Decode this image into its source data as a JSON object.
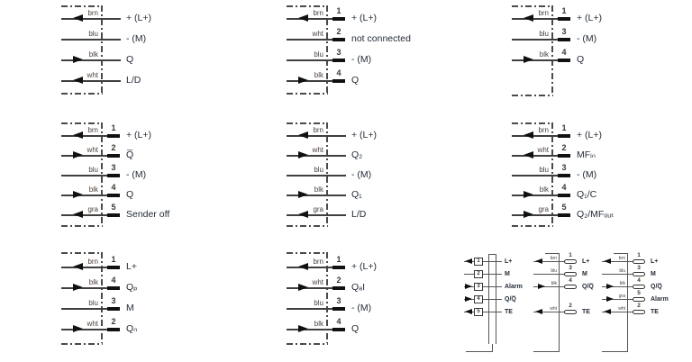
{
  "palette": {
    "line": "#3f3f3f",
    "label_text": "#242c37",
    "wire_color_text": "#4c4039",
    "pin_terminal": "#111111",
    "background": "#ffffff"
  },
  "diagrams": [
    {
      "name": "dc-4-wire-q-ld",
      "rows": [
        {
          "color": "brn",
          "pin": "",
          "dir": "in",
          "label": "+ (L+)"
        },
        {
          "color": "blu",
          "pin": "",
          "dir": "",
          "label": "- (M)"
        },
        {
          "color": "blk",
          "pin": "",
          "dir": "out",
          "label": "Q"
        },
        {
          "color": "wht",
          "pin": "",
          "dir": "in",
          "label": "L/D"
        }
      ]
    },
    {
      "name": "m12-4-pin-not-connected",
      "rows": [
        {
          "color": "brn",
          "pin": "1",
          "dir": "in",
          "label": "+ (L+)"
        },
        {
          "color": "wht",
          "pin": "2",
          "dir": "",
          "label": "not connected"
        },
        {
          "color": "blu",
          "pin": "3",
          "dir": "",
          "label": "- (M)"
        },
        {
          "color": "blk",
          "pin": "4",
          "dir": "out",
          "label": "Q"
        }
      ]
    },
    {
      "name": "m12-3-pin-q",
      "rows": [
        {
          "color": "brn",
          "pin": "1",
          "dir": "in",
          "label": "+ (L+)"
        },
        {
          "color": "blu",
          "pin": "3",
          "dir": "",
          "label": "- (M)"
        },
        {
          "color": "blk",
          "pin": "4",
          "dir": "out",
          "label": "Q"
        }
      ]
    },
    {
      "name": "m12-5-pin-sender-off",
      "rows": [
        {
          "color": "brn",
          "pin": "1",
          "dir": "in",
          "label": "+ (L+)"
        },
        {
          "color": "wht",
          "pin": "2",
          "dir": "out",
          "label": "Q̅"
        },
        {
          "color": "blu",
          "pin": "3",
          "dir": "",
          "label": "- (M)"
        },
        {
          "color": "blk",
          "pin": "4",
          "dir": "out",
          "label": "Q"
        },
        {
          "color": "gra",
          "pin": "5",
          "dir": "in",
          "label": "Sender off"
        }
      ]
    },
    {
      "name": "dc-5-wire-q1-q2-ld",
      "rows": [
        {
          "color": "brn",
          "pin": "",
          "dir": "in",
          "label": "+ (L+)"
        },
        {
          "color": "wht",
          "pin": "",
          "dir": "out",
          "label": "Q₂"
        },
        {
          "color": "blu",
          "pin": "",
          "dir": "",
          "label": "- (M)"
        },
        {
          "color": "blk",
          "pin": "",
          "dir": "out",
          "label": "Q₁"
        },
        {
          "color": "gra",
          "pin": "",
          "dir": "in",
          "label": "L/D"
        }
      ]
    },
    {
      "name": "m12-5-pin-mf",
      "rows": [
        {
          "color": "brn",
          "pin": "1",
          "dir": "in",
          "label": "+ (L+)"
        },
        {
          "color": "wht",
          "pin": "2",
          "dir": "in",
          "label": "MFᵢₙ"
        },
        {
          "color": "blu",
          "pin": "3",
          "dir": "",
          "label": "- (M)"
        },
        {
          "color": "blk",
          "pin": "4",
          "dir": "out",
          "label": "Q₁/C"
        },
        {
          "color": "gra",
          "pin": "5",
          "dir": "out",
          "label": "Q₂/MFₒᵤₜ"
        }
      ]
    },
    {
      "name": "m12-4-pin-qp-qn",
      "rows": [
        {
          "color": "brn",
          "pin": "1",
          "dir": "in",
          "label": "L+"
        },
        {
          "color": "blk",
          "pin": "4",
          "dir": "out",
          "label": "Qₚ"
        },
        {
          "color": "blu",
          "pin": "3",
          "dir": "",
          "label": "M"
        },
        {
          "color": "wht",
          "pin": "2",
          "dir": "out",
          "label": "Qₙ"
        }
      ]
    },
    {
      "name": "m12-4-pin-qa",
      "rows": [
        {
          "color": "brn",
          "pin": "1",
          "dir": "in",
          "label": "+ (L+)"
        },
        {
          "color": "wht",
          "pin": "2",
          "dir": "out",
          "label": "QₐI"
        },
        {
          "color": "blu",
          "pin": "3",
          "dir": "",
          "label": "- (M)"
        },
        {
          "color": "blk",
          "pin": "4",
          "dir": "out",
          "label": "Q"
        }
      ]
    }
  ],
  "minis": [
    {
      "name": "terminal-box-5",
      "style": "boxed",
      "rows": [
        {
          "color": "",
          "pin": "1",
          "dir": "in",
          "label": "L+",
          "slot": 0
        },
        {
          "color": "",
          "pin": "2",
          "dir": "",
          "label": "M",
          "slot": 1
        },
        {
          "color": "",
          "pin": "3",
          "dir": "out",
          "label": "Alarm",
          "slot": 2
        },
        {
          "color": "",
          "pin": "4",
          "dir": "out",
          "label": "Q/Q̅",
          "slot": 3
        },
        {
          "color": "",
          "pin": "5",
          "dir": "in",
          "label": "TE",
          "slot": 4
        }
      ]
    },
    {
      "name": "m12-4-pin-te",
      "style": "capsule",
      "rows": [
        {
          "color": "brn",
          "pin": "1",
          "dir": "in",
          "label": "L+",
          "slot": 0
        },
        {
          "color": "blu",
          "pin": "3",
          "dir": "",
          "label": "M",
          "slot": 1
        },
        {
          "color": "blk",
          "pin": "4",
          "dir": "out",
          "label": "Q/Q̅",
          "slot": 2
        },
        {
          "color": "wht",
          "pin": "2",
          "dir": "in",
          "label": "TE",
          "slot": 4
        }
      ]
    },
    {
      "name": "m12-5-pin-alarm-te",
      "style": "capsule",
      "rows": [
        {
          "color": "brn",
          "pin": "1",
          "dir": "in",
          "label": "L+",
          "slot": 0
        },
        {
          "color": "blu",
          "pin": "3",
          "dir": "",
          "label": "M",
          "slot": 1
        },
        {
          "color": "blk",
          "pin": "4",
          "dir": "out",
          "label": "Q/Q̅",
          "slot": 2
        },
        {
          "color": "gra",
          "pin": "5",
          "dir": "out",
          "label": "Alarm",
          "slot": 3
        },
        {
          "color": "wht",
          "pin": "2",
          "dir": "in",
          "label": "TE",
          "slot": 4
        }
      ]
    }
  ]
}
